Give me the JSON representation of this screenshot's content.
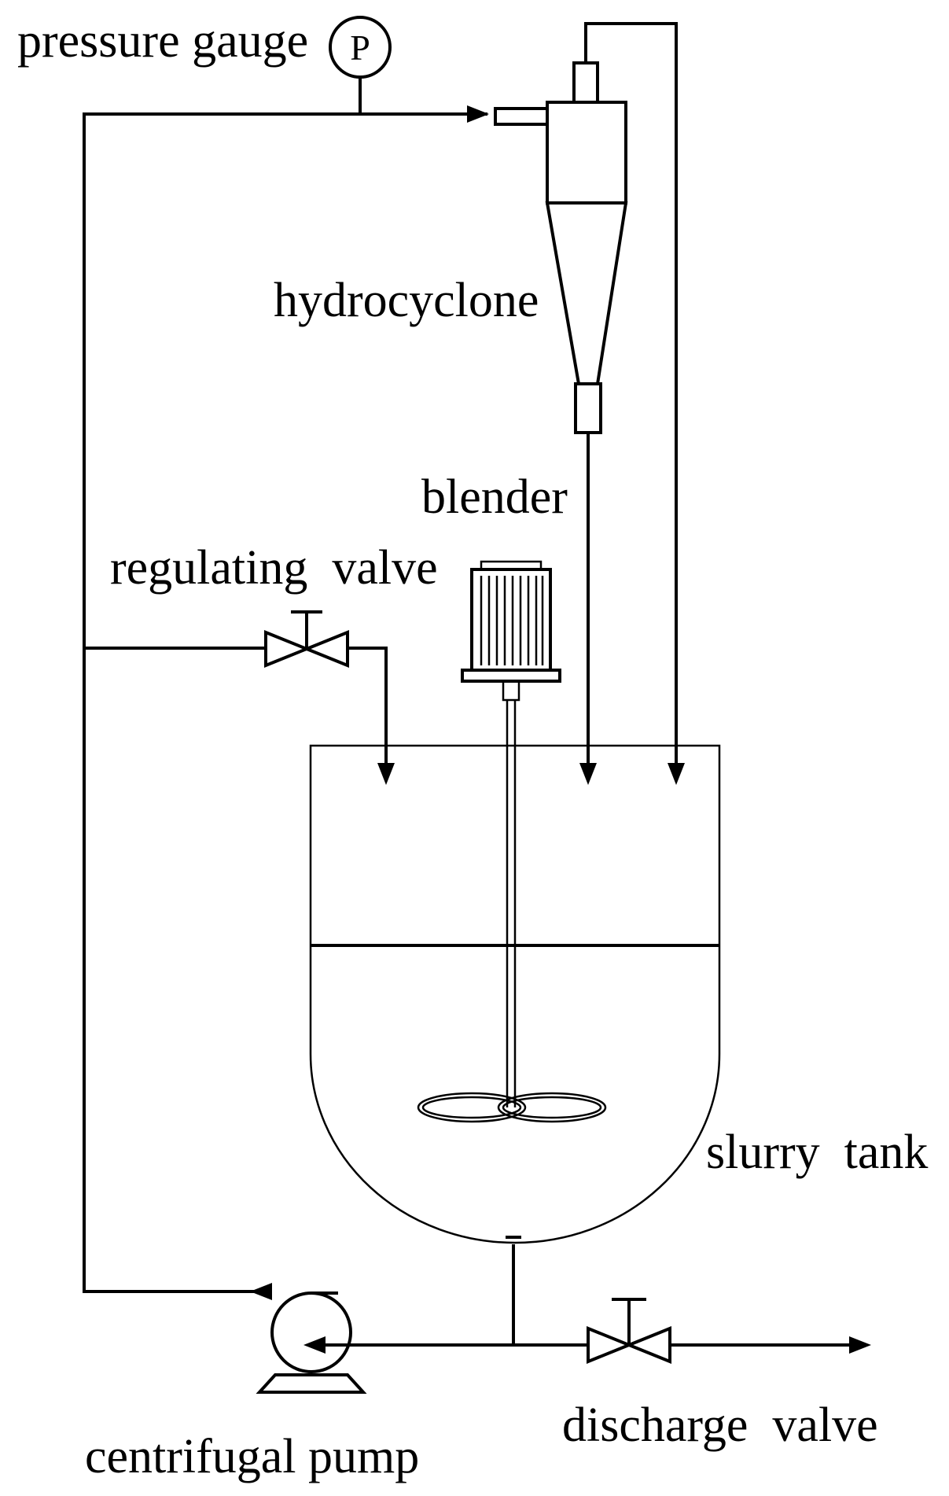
{
  "labels": {
    "pressure_gauge": "pressure gauge",
    "gauge_symbol": "P",
    "hydrocyclone": "hydrocyclone",
    "blender": "blender",
    "regulating_valve": "regulating  valve",
    "slurry_tank": "slurry  tank",
    "centrifugal_pump": "centrifugal pump",
    "discharge_valve": "discharge  valve"
  }
}
